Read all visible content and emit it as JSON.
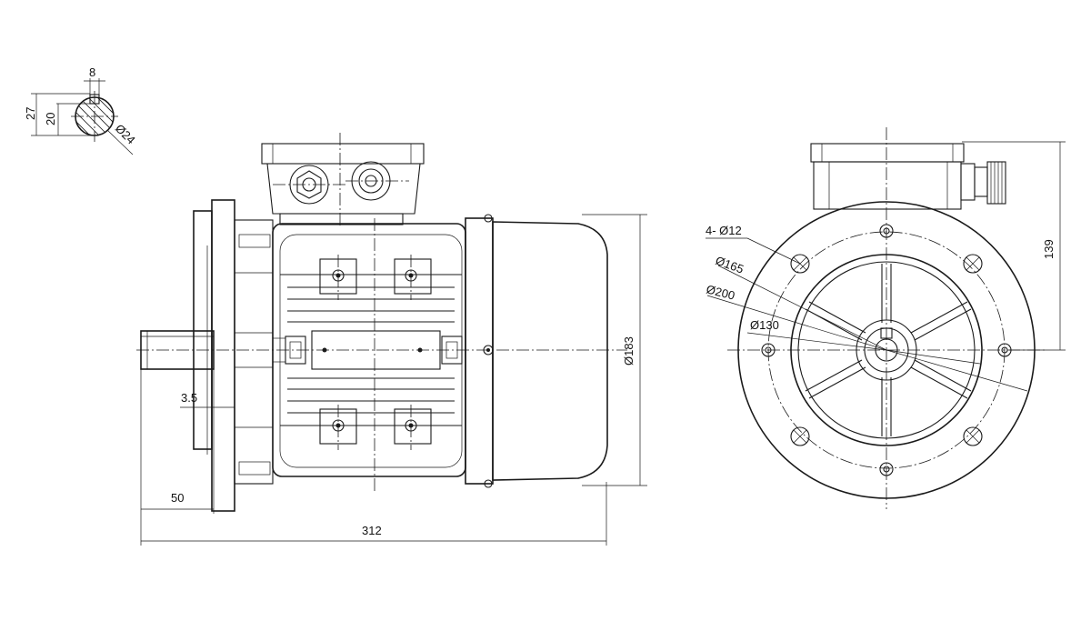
{
  "dimensions": {
    "key_width": "8",
    "key_height_outer": "27",
    "key_height_inner": "20",
    "shaft_diameter": "Ø24",
    "shaft_length": "50",
    "flange_offset": "3.5",
    "overall_length": "312",
    "frame_diameter": "Ø183",
    "mounting_holes": "4- Ø12",
    "pitch_circle": "Ø165",
    "flange_diameter": "Ø200",
    "spigot_diameter": "Ø130",
    "terminal_box_height": "139"
  },
  "colors": {
    "line": "#1a1a1a",
    "background": "#ffffff"
  }
}
